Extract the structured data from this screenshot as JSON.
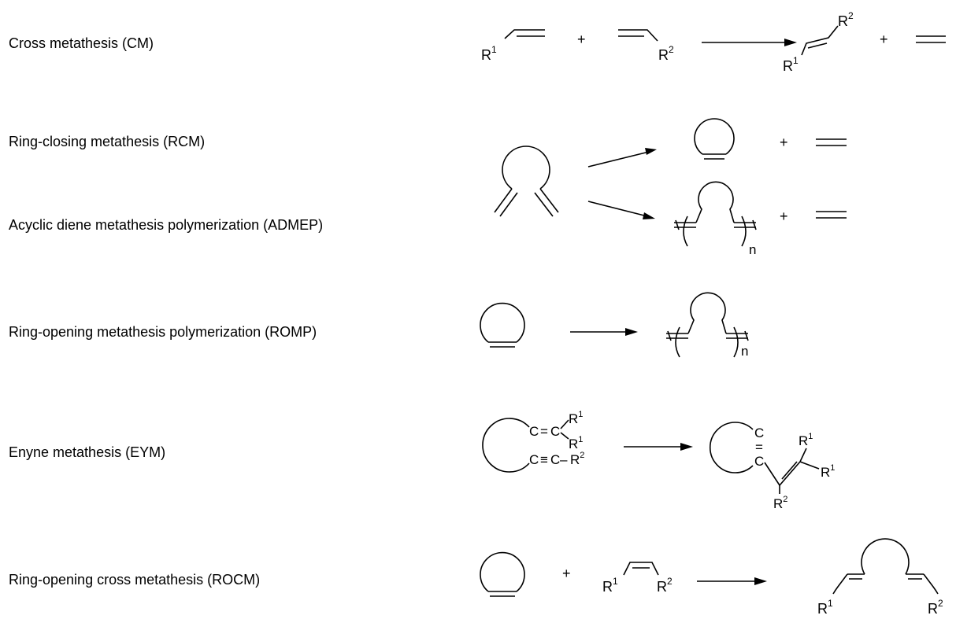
{
  "reactions": [
    {
      "name": "Cross metathesis (CM)"
    },
    {
      "name": "Ring-closing metathesis (RCM)"
    },
    {
      "name": "Acyclic diene metathesis polymerization (ADMEP)"
    },
    {
      "name": "Ring-opening metathesis polymerization (ROMP)"
    },
    {
      "name": "Enyne metathesis (EYM)"
    },
    {
      "name": "Ring-opening cross metathesis (ROCM)"
    }
  ],
  "symbols": {
    "plus": "+",
    "r": "R",
    "sup1": "1",
    "sup2": "2",
    "n": "n",
    "c": "C",
    "eq": "=",
    "dash": "–",
    "triple": "≡",
    "dbl": "="
  }
}
